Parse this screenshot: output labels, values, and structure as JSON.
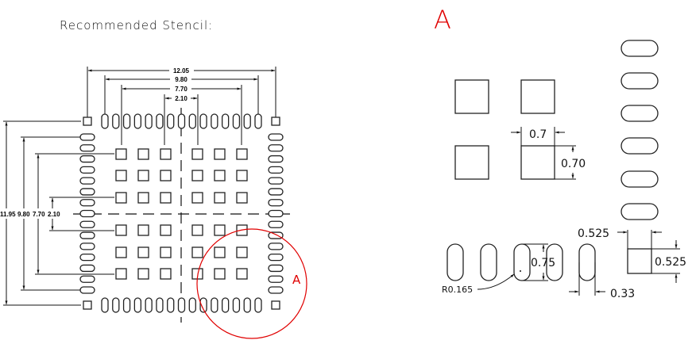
{
  "title": "Recommended Stencil:",
  "colors": {
    "line": "#111111",
    "detail": "#e00000",
    "background": "#ffffff"
  },
  "main_view": {
    "outer_pins_per_side": 15,
    "corner_pads": 4,
    "thermal_pad_grid": {
      "rows": 6,
      "cols": 6
    },
    "horizontal_dimensions": [
      "12.05",
      "9.80",
      "7.70",
      "2.10"
    ],
    "vertical_dimensions": [
      "11.95",
      "9.80",
      "7.70",
      "2.10"
    ],
    "detail_callout": "A"
  },
  "detail_view": {
    "label": "A",
    "square_pad_width": "0.7",
    "square_pad_height": "0.70",
    "oval_pad_length": "0.75",
    "oval_pad_radius": "R0.165",
    "oval_pad_width": "0.33",
    "corner_pad_width": "0.525",
    "corner_pad_height": "0.525"
  }
}
